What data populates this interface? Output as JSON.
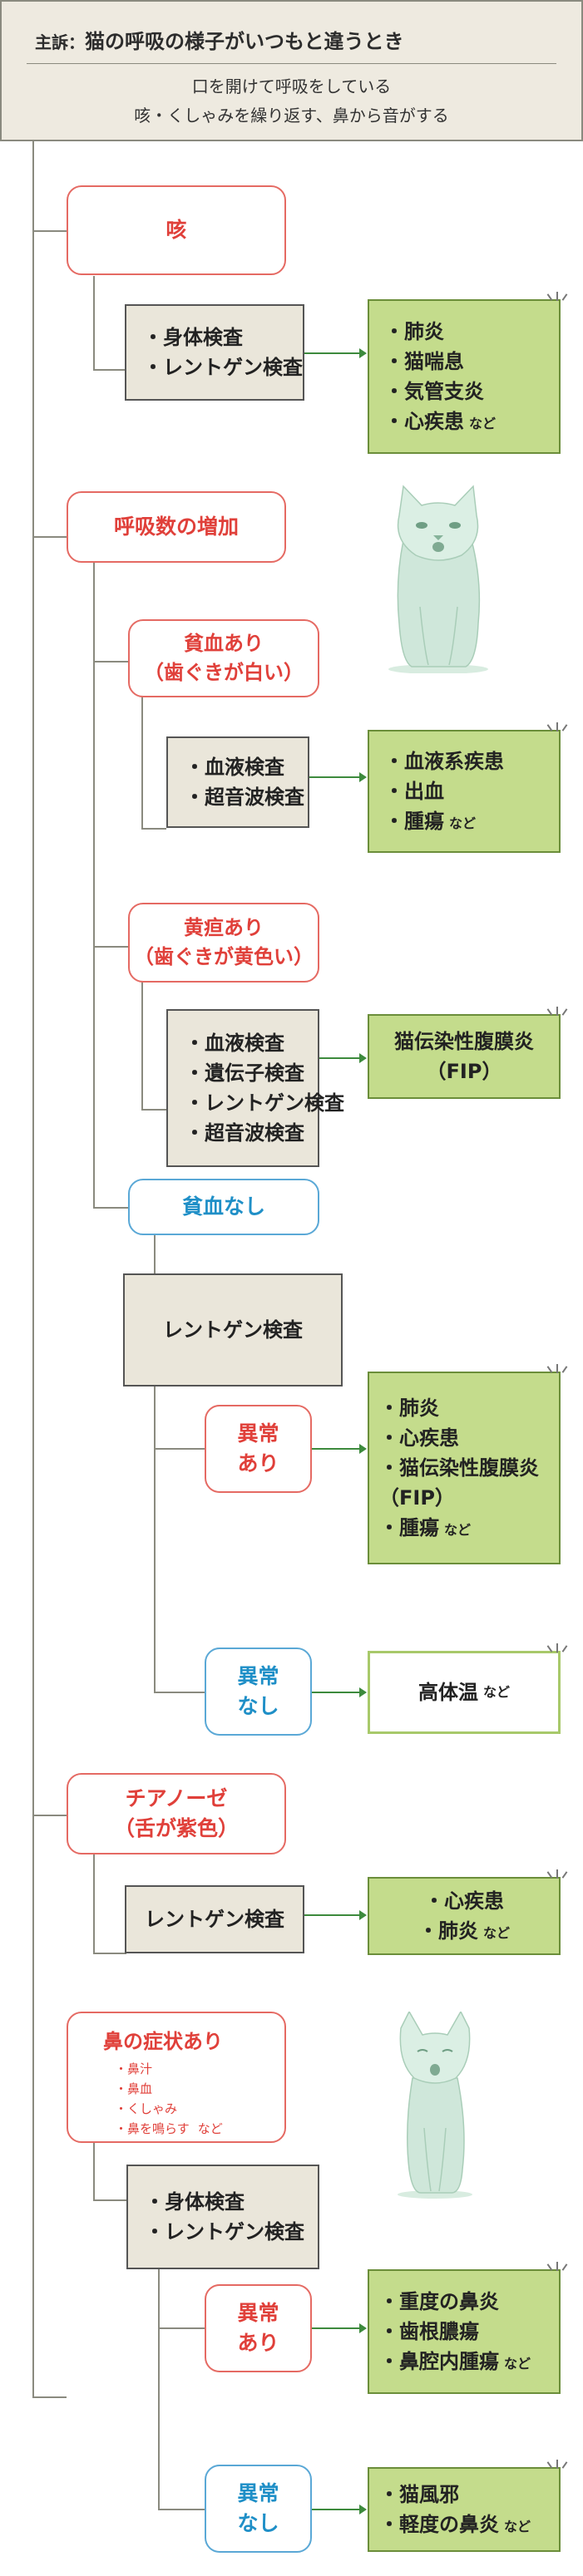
{
  "header": {
    "tag": "主訴：",
    "title": "猫の呼吸の様子がいつもと違うとき",
    "line1": "口を開けて呼吸をしている",
    "line2": "咳・くしゃみを繰り返す、鼻から音がする"
  },
  "nado": "など",
  "sections": {
    "cough": {
      "label": "咳",
      "exams": [
        "・身体検査",
        "・レントゲン検査"
      ],
      "results": [
        "・肺炎",
        "・猫喘息",
        "・気管支炎",
        "・心疾患"
      ]
    },
    "resp": {
      "label": "呼吸数の増加",
      "anemia": {
        "label1": "貧血あり",
        "label2": "（歯ぐきが白い）",
        "exams": [
          "・血液検査",
          "・超音波検査"
        ],
        "results": [
          "・血液系疾患",
          "・出血",
          "・腫瘍"
        ]
      },
      "jaundice": {
        "label1": "黄疸あり",
        "label2": "（歯ぐきが黄色い）",
        "exams": [
          "・血液検査",
          "・遺伝子検査",
          "・レントゲン検査",
          "・超音波検査"
        ],
        "results": [
          "猫伝染性腹膜炎",
          "（FIP）"
        ]
      },
      "noanemia": {
        "label": "貧血なし",
        "exam": "レントゲン検査",
        "abnormal": {
          "label1": "異常",
          "label2": "あり",
          "results": [
            "・肺炎",
            "・心疾患",
            "・猫伝染性腹膜炎",
            "（FIP）",
            "・腫瘍"
          ]
        },
        "normal": {
          "label1": "異常",
          "label2": "なし",
          "result": "高体温"
        }
      }
    },
    "cyanosis": {
      "label1": "チアノーゼ",
      "label2": "（舌が紫色）",
      "exam": "レントゲン検査",
      "results": [
        "・心疾患",
        "・肺炎"
      ]
    },
    "nose": {
      "label": "鼻の症状あり",
      "symptoms": [
        "・鼻汁",
        "・鼻血",
        "・くしゃみ",
        "・鼻を鳴らす"
      ],
      "exams": [
        "・身体検査",
        "・レントゲン検査"
      ],
      "abnormal": {
        "label1": "異常",
        "label2": "あり",
        "results": [
          "・重度の鼻炎",
          "・歯根膿瘍",
          "・鼻腔内腫瘍"
        ]
      },
      "normal": {
        "label1": "異常",
        "label2": "なし",
        "results": [
          "・猫風邪",
          "・軽度の鼻炎"
        ]
      }
    }
  },
  "colors": {
    "red": "#e0403a",
    "blue": "#1f8fc7",
    "result_green": "#c4dc8c",
    "exam_beige": "#eae6da",
    "header_beige": "#eeeae0"
  },
  "icons": [
    "sitting-cat-illustration",
    "kitten-illustration"
  ]
}
